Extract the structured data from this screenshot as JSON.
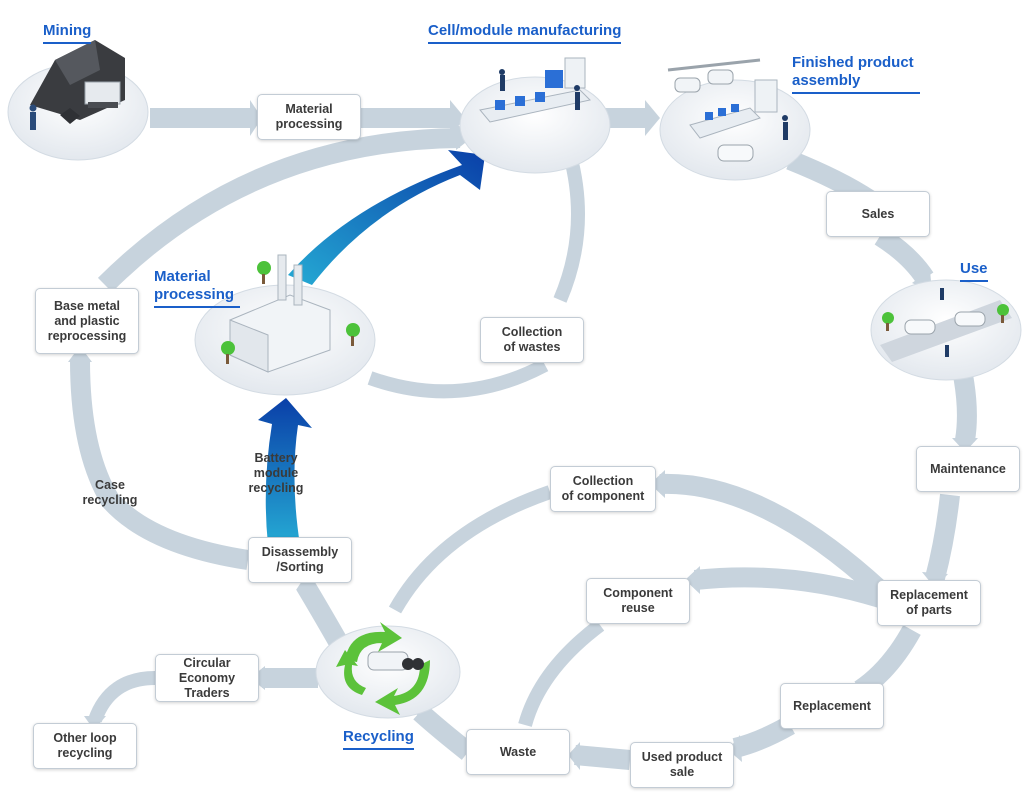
{
  "stages": {
    "mining": "Mining",
    "cell_module": "Cell/module manufacturing",
    "finished_assembly": "Finished product\nassembly",
    "use": "Use",
    "material_processing": "Material\nprocessing",
    "recycling": "Recycling"
  },
  "boxes": {
    "material_processing": "Material\nprocessing",
    "sales": "Sales",
    "maintenance": "Maintenance",
    "replacement_of_parts": "Replacement\nof parts",
    "replacement": "Replacement",
    "used_product_sale": "Used product\nsale",
    "waste": "Waste",
    "component_reuse": "Component\nreuse",
    "collection_of_component": "Collection\nof component",
    "collection_of_wastes": "Collection\nof wastes",
    "base_metal": "Base metal\nand plastic\nreprocessing",
    "disassembly": "Disassembly\n/Sorting",
    "circular_economy": "Circular\nEconomy\nTraders",
    "other_loop": "Other loop\nrecycling"
  },
  "labels": {
    "case_recycling": "Case\nrecycling",
    "battery_module_recycling": "Battery\nmodule\nrecycling"
  },
  "colors": {
    "flow_gray": "#c7d3dd",
    "accent_blue": "#1a5fc9",
    "arrow_dark_blue": "#0a3fa8",
    "arrow_light_blue": "#25aad4",
    "recycle_green": "#5cc23a"
  }
}
